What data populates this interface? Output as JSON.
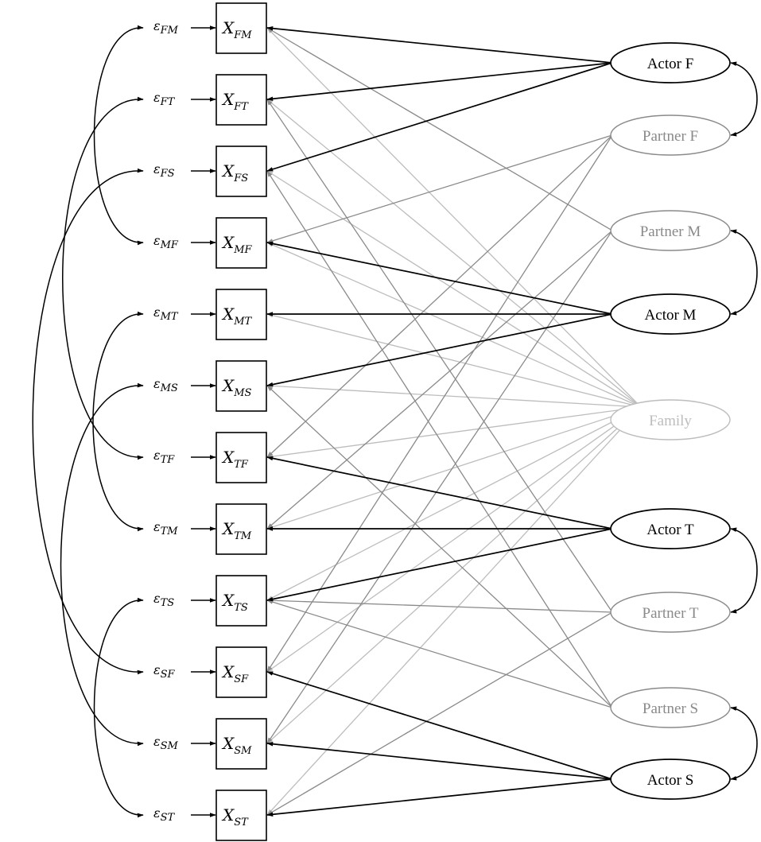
{
  "diagram": {
    "observed": [
      {
        "id": "FM",
        "main": "X",
        "sub": "FM",
        "error": "ε",
        "error_sub": "FM"
      },
      {
        "id": "FT",
        "main": "X",
        "sub": "FT",
        "error": "ε",
        "error_sub": "FT"
      },
      {
        "id": "FS",
        "main": "X",
        "sub": "FS",
        "error": "ε",
        "error_sub": "FS"
      },
      {
        "id": "MF",
        "main": "X",
        "sub": "MF",
        "error": "ε",
        "error_sub": "MF"
      },
      {
        "id": "MT",
        "main": "X",
        "sub": "MT",
        "error": "ε",
        "error_sub": "MT"
      },
      {
        "id": "MS",
        "main": "X",
        "sub": "MS",
        "error": "ε",
        "error_sub": "MS"
      },
      {
        "id": "TF",
        "main": "X",
        "sub": "TF",
        "error": "ε",
        "error_sub": "TF"
      },
      {
        "id": "TM",
        "main": "X",
        "sub": "TM",
        "error": "ε",
        "error_sub": "TM"
      },
      {
        "id": "TS",
        "main": "X",
        "sub": "TS",
        "error": "ε",
        "error_sub": "TS"
      },
      {
        "id": "SF",
        "main": "X",
        "sub": "SF",
        "error": "ε",
        "error_sub": "SF"
      },
      {
        "id": "SM",
        "main": "X",
        "sub": "SM",
        "error": "ε",
        "error_sub": "SM"
      },
      {
        "id": "ST",
        "main": "X",
        "sub": "ST",
        "error": "ε",
        "error_sub": "ST"
      }
    ],
    "latent": [
      {
        "id": "AF",
        "label": "Actor F",
        "tone": "black"
      },
      {
        "id": "PF",
        "label": "Partner F",
        "tone": "gray"
      },
      {
        "id": "PM",
        "label": "Partner M",
        "tone": "gray"
      },
      {
        "id": "AM",
        "label": "Actor M",
        "tone": "black"
      },
      {
        "id": "FAM",
        "label": "Family",
        "tone": "light"
      },
      {
        "id": "AT",
        "label": "Actor T",
        "tone": "black"
      },
      {
        "id": "PT",
        "label": "Partner T",
        "tone": "gray"
      },
      {
        "id": "PS",
        "label": "Partner S",
        "tone": "gray"
      },
      {
        "id": "AS",
        "label": "Actor S",
        "tone": "black"
      }
    ],
    "loadings": [
      {
        "from": "AF",
        "to": "FM"
      },
      {
        "from": "AF",
        "to": "FT"
      },
      {
        "from": "AF",
        "to": "FS"
      },
      {
        "from": "AM",
        "to": "MF"
      },
      {
        "from": "AM",
        "to": "MT"
      },
      {
        "from": "AM",
        "to": "MS"
      },
      {
        "from": "AT",
        "to": "TF"
      },
      {
        "from": "AT",
        "to": "TM"
      },
      {
        "from": "AT",
        "to": "TS"
      },
      {
        "from": "AS",
        "to": "SF"
      },
      {
        "from": "AS",
        "to": "SM"
      },
      {
        "from": "AS",
        "to": "ST"
      },
      {
        "from": "PF",
        "to": "MF"
      },
      {
        "from": "PF",
        "to": "TF"
      },
      {
        "from": "PF",
        "to": "SF"
      },
      {
        "from": "PM",
        "to": "FM"
      },
      {
        "from": "PM",
        "to": "TM"
      },
      {
        "from": "PM",
        "to": "SM"
      },
      {
        "from": "PT",
        "to": "FT"
      },
      {
        "from": "PT",
        "to": "TS"
      },
      {
        "from": "PT",
        "to": "ST"
      },
      {
        "from": "PS",
        "to": "FS"
      },
      {
        "from": "PS",
        "to": "MS"
      },
      {
        "from": "PS",
        "to": "TS"
      },
      {
        "from": "FAM",
        "to": "FM"
      },
      {
        "from": "FAM",
        "to": "FT"
      },
      {
        "from": "FAM",
        "to": "FS"
      },
      {
        "from": "FAM",
        "to": "MF"
      },
      {
        "from": "FAM",
        "to": "MT"
      },
      {
        "from": "FAM",
        "to": "MS"
      },
      {
        "from": "FAM",
        "to": "TF"
      },
      {
        "from": "FAM",
        "to": "TM"
      },
      {
        "from": "FAM",
        "to": "TS"
      },
      {
        "from": "FAM",
        "to": "SF"
      },
      {
        "from": "FAM",
        "to": "SM"
      },
      {
        "from": "FAM",
        "to": "ST"
      }
    ],
    "latent_covariances": [
      {
        "a": "AF",
        "b": "PF"
      },
      {
        "a": "PM",
        "b": "AM"
      },
      {
        "a": "AT",
        "b": "PT"
      },
      {
        "a": "PS",
        "b": "AS"
      }
    ],
    "error_covariances": [
      {
        "a": "FM",
        "b": "MF"
      },
      {
        "a": "FT",
        "b": "TF"
      },
      {
        "a": "FS",
        "b": "SF"
      },
      {
        "a": "MT",
        "b": "TM"
      },
      {
        "a": "MS",
        "b": "SM"
      },
      {
        "a": "TS",
        "b": "ST"
      }
    ],
    "colors": {
      "black": "#000000",
      "gray": "#8a8a8a",
      "light": "#bdbdbd"
    }
  }
}
